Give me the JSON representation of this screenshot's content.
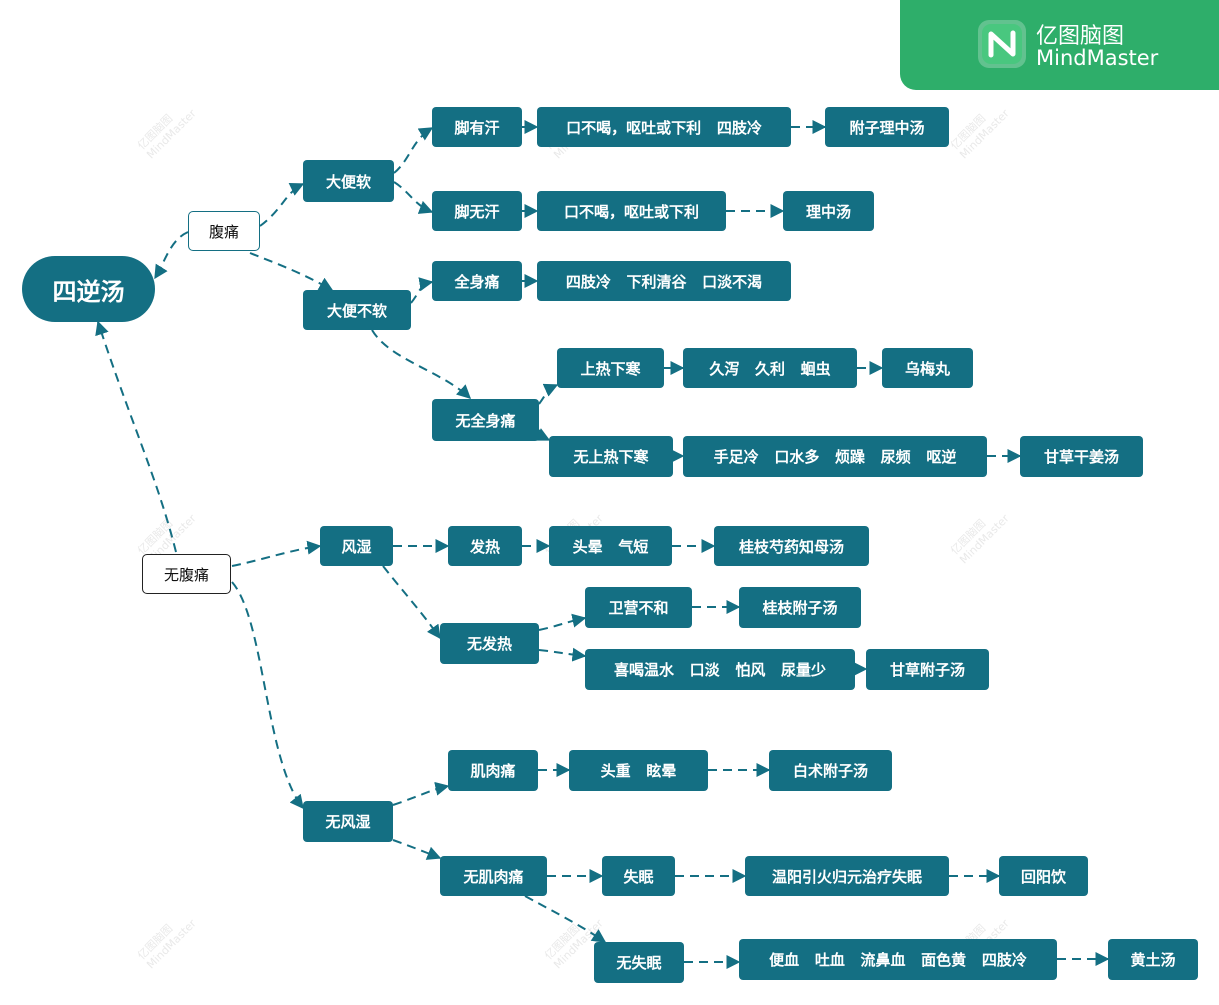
{
  "brand": {
    "name_cn": "亿图脑图",
    "name_en": "MindMaster",
    "logo_icon": "mindmaster-logo-icon"
  },
  "watermark": {
    "line1": "亿图脑图",
    "line2": "MindMaster"
  },
  "colors": {
    "node": "#146f83",
    "edge": "#146f83",
    "brand": "#2eae6a"
  },
  "diagram": {
    "root": "四逆汤",
    "nodes": {
      "fu_tong": "腹痛",
      "da_bian_ruan": "大便软",
      "jiao_you_han": "脚有汗",
      "sym_1": "口不喝，呕吐或下利   四肢冷",
      "fu_zi_li_zhong": "附子理中汤",
      "jiao_wu_han": "脚无汗",
      "sym_2": "口不喝，呕吐或下利",
      "li_zhong": "理中汤",
      "da_bian_bu_ruan": "大便不软",
      "quan_shen_tong": "全身痛",
      "sym_3": "四肢冷   下利清谷   口淡不渴",
      "wu_quan_shen_tong": "无全身痛",
      "shang_re_xia_han": "上热下寒",
      "sym_4": "久泻   久利   蛔虫",
      "wu_mei_wan": "乌梅丸",
      "wu_shang_re_xia_han": "无上热下寒",
      "sym_5": "手足冷   口水多   烦躁   尿频   呕逆",
      "gan_cao_gan_jiang": "甘草干姜汤",
      "wu_fu_tong": "无腹痛",
      "feng_shi": "风湿",
      "fa_re": "发热",
      "sym_6": "头晕   气短",
      "gui_zhi_shao_yao": "桂枝芍药知母汤",
      "wu_fa_re": "无发热",
      "wei_ying_bu_he": "卫营不和",
      "gui_zhi_fu_zi": "桂枝附子汤",
      "sym_7": "喜喝温水   口淡   怕风   尿量少",
      "gan_cao_fu_zi": "甘草附子汤",
      "wu_feng_shi": "无风湿",
      "ji_rou_tong": "肌肉痛",
      "sym_8": "头重   眩晕",
      "bai_zhu_fu_zi": "白术附子汤",
      "wu_ji_rou_tong": "无肌肉痛",
      "shi_mian": "失眠",
      "sym_9": "温阳引火归元治疗失眠",
      "hui_yang_yin": "回阳饮",
      "wu_shi_mian": "无失眠",
      "sym_10": "便血   吐血   流鼻血   面色黄   四肢冷",
      "huang_tu_tang": "黄土汤"
    }
  }
}
